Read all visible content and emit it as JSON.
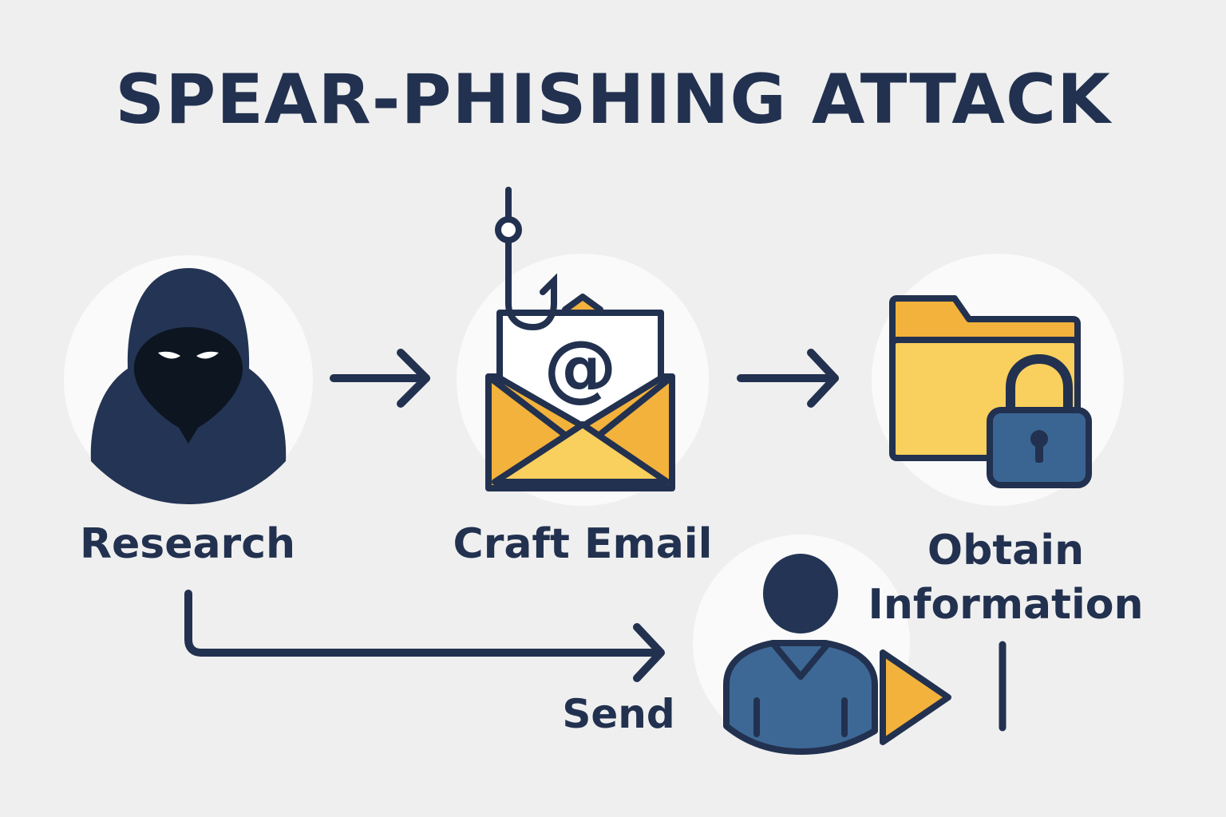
{
  "diagram": {
    "title": "SPEAR-PHISHING ATTACK",
    "steps": [
      {
        "id": "research",
        "label": "Research",
        "icon": "hooded-hacker-icon"
      },
      {
        "id": "craft",
        "label": "Craft Email",
        "icon": "phishing-email-icon"
      },
      {
        "id": "obtain",
        "label": "Obtain Information",
        "icon": "locked-folder-icon"
      },
      {
        "id": "send",
        "label": "Send",
        "icon": "target-user-icon"
      }
    ],
    "flows": [
      {
        "from": "research",
        "to": "craft"
      },
      {
        "from": "craft",
        "to": "obtain"
      },
      {
        "from": "research",
        "to": "send"
      }
    ],
    "colors": {
      "background": "#efefef",
      "circle": "#fafafa",
      "navy": "#22314f",
      "hood": "#233454",
      "face": "#0c1520",
      "folder_light": "#f9cf5e",
      "folder_dark": "#f3b23c",
      "lock_blue": "#3a6593",
      "user_blue": "#3d6895"
    }
  }
}
